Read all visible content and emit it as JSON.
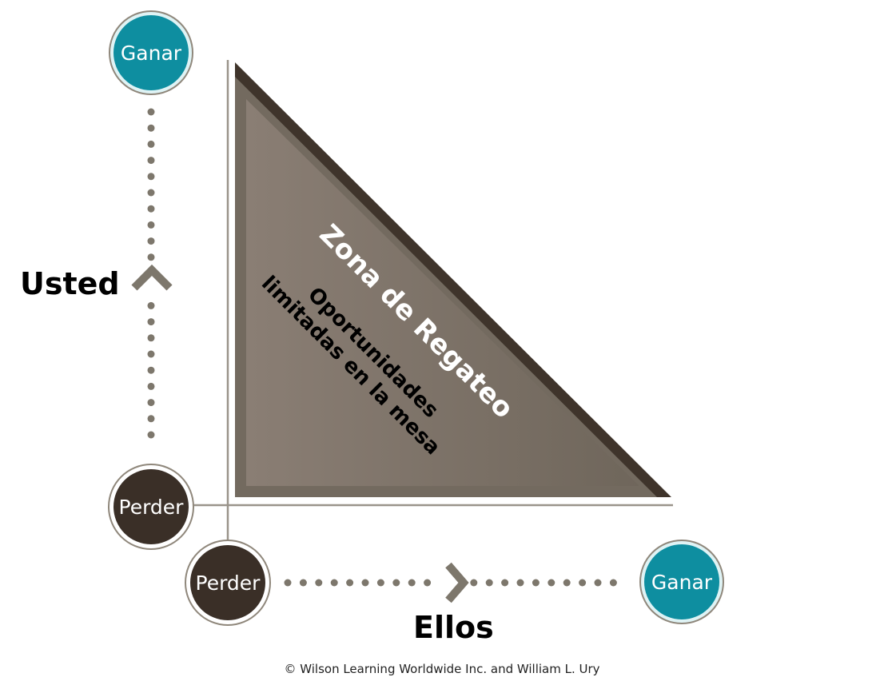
{
  "diagram": {
    "y_axis": {
      "label": "Usted",
      "top_node": "Ganar",
      "bottom_node": "Perder"
    },
    "x_axis": {
      "label": "Ellos",
      "left_node": "Perder",
      "right_node": "Ganar"
    },
    "zone": {
      "title": "Zona de Regateo",
      "subtitle_line1": "Oportunidades",
      "subtitle_line2": "limitadas en la mesa"
    },
    "copyright": "© Wilson Learning Worldwide Inc. and William L. Ury"
  },
  "colors": {
    "win": "#0e8ea0",
    "lose": "#3a2f27",
    "dots": "#7d776c",
    "zone_fill": "#857a70",
    "zone_edge": "#3f342b"
  }
}
